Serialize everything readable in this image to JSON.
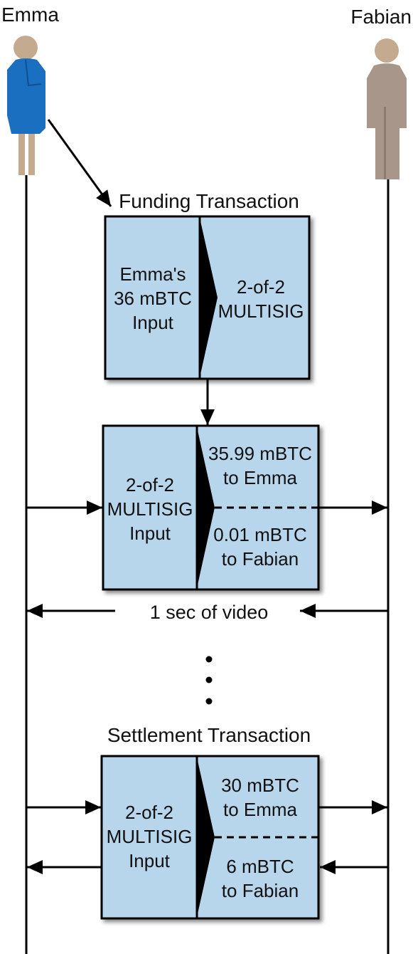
{
  "participants": {
    "left_name": "Emma",
    "right_name": "Fabian"
  },
  "funding": {
    "title": "Funding Transaction",
    "input": [
      "Emma's",
      "36 mBTC",
      "Input"
    ],
    "output": [
      "2-of-2",
      "MULTISIG"
    ]
  },
  "commitment": {
    "input": [
      "2-of-2",
      "MULTISIG",
      "Input"
    ],
    "output_top": [
      "35.99 mBTC",
      "to Emma"
    ],
    "output_bottom": [
      "0.01 mBTC",
      "to Fabian"
    ]
  },
  "interval_label": "1 sec of video",
  "settlement": {
    "title": "Settlement Transaction",
    "input": [
      "2-of-2",
      "MULTISIG",
      "Input"
    ],
    "output_top": [
      "30 mBTC",
      "to Emma"
    ],
    "output_bottom": [
      "6 mBTC",
      "to Fabian"
    ]
  },
  "colors": {
    "box_fill": "#b7d6ec",
    "emma_dress": "#1a6fc0",
    "emma_skin": "#c4ab90",
    "fabian_body": "#a8968a",
    "fabian_skin": "#c4ab90"
  }
}
